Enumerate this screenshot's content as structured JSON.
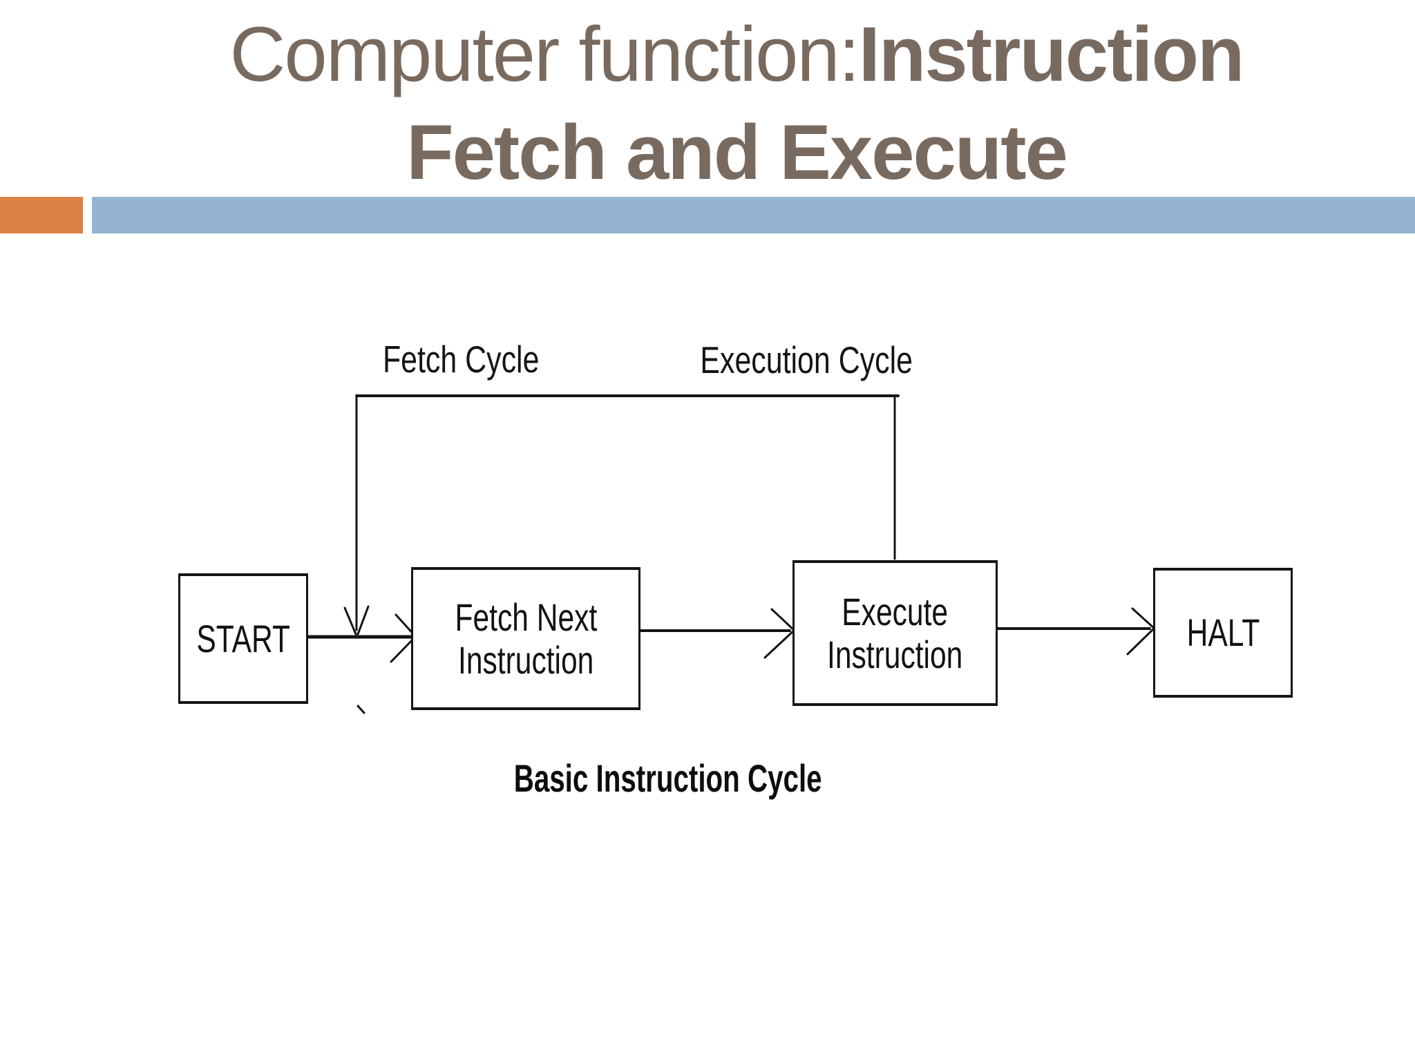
{
  "title": {
    "line1_regular": "Computer function:",
    "line1_bold": "Instruction",
    "line2": "Fetch and Execute"
  },
  "decor": {
    "title_color": "#796a60",
    "orange_bar_color": "#DD8247",
    "blue_bar_color": "#94B3D2",
    "line_color": "#141414"
  },
  "diagram": {
    "fetch_cycle_label": "Fetch Cycle",
    "execution_cycle_label": "Execution Cycle",
    "boxes": {
      "start": {
        "label": "START"
      },
      "fetch": {
        "line1": "Fetch Next",
        "line2": "Instruction"
      },
      "execute": {
        "line1": "Execute",
        "line2": "Instruction"
      },
      "halt": {
        "label": "HALT"
      }
    },
    "caption": "Basic Instruction Cycle"
  }
}
